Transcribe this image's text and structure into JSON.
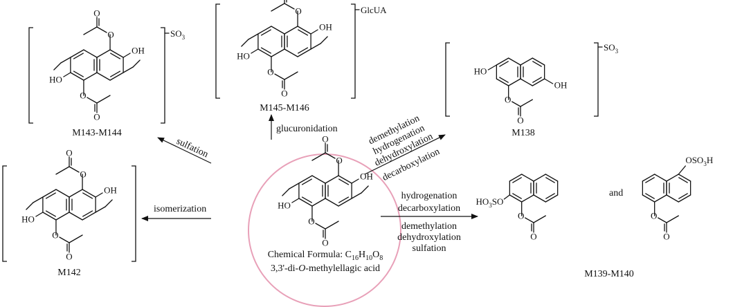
{
  "center": {
    "formula_prefix": "Chemical Formula: C",
    "formula_c": "16",
    "formula_h_sym": "H",
    "formula_h": "10",
    "formula_o_sym": "O",
    "formula_o": "8",
    "name_prefix": "3,3'-di-",
    "name_italic": "O",
    "name_suffix": "-methylellagic acid"
  },
  "metabolites": {
    "m143": {
      "label": "M143-M144",
      "group": "SO",
      "group_sub": "3"
    },
    "m145": {
      "label": "M145-M146",
      "group": "GlcUA"
    },
    "m138": {
      "label": "M138",
      "group": "SO",
      "group_sub": "3"
    },
    "m142": {
      "label": "M142"
    },
    "m139": {
      "label": "M139-M140",
      "connector": "and"
    }
  },
  "reactions": {
    "sulfation": "sulfation",
    "glucuronidation": "glucuronidation",
    "isomerization": "isomerization",
    "m138_steps": [
      "demethylation",
      "hydrogenation",
      "dehydroxylation",
      "decarboxylation"
    ],
    "m139_above": [
      "hydrogenation",
      "decarboxylation"
    ],
    "m139_below": [
      "demethylation",
      "dehydroxylation",
      "sulfation"
    ]
  },
  "atoms": {
    "O": "O",
    "OH": "OH",
    "HO": "HO",
    "HO3SO_prefix": "HO",
    "HO3SO_sub": "3",
    "HO3SO_suffix": "SO",
    "OSO3H_prefix": "OSO",
    "OSO3H_sub": "3",
    "OSO3H_suffix": "H"
  },
  "colors": {
    "circle": "#e8a0b8",
    "ink": "#111111"
  }
}
